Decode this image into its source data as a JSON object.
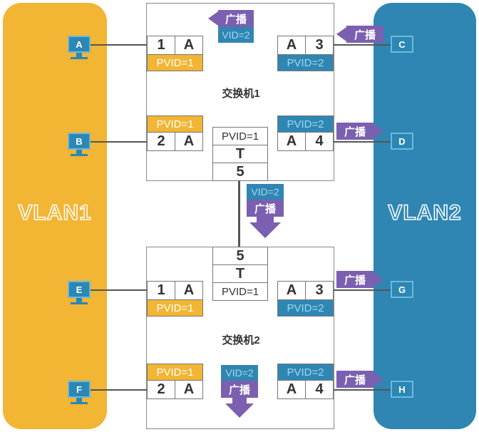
{
  "vlans": {
    "left": "VLAN1",
    "right": "VLAN2"
  },
  "colors": {
    "vlan1": "#f2b534",
    "vlan2": "#2f86b3",
    "broadcast": "#7b5fb0"
  },
  "pcs": {
    "A": "A",
    "B": "B",
    "C": "C",
    "D": "D",
    "E": "E",
    "F": "F",
    "G": "G",
    "H": "H"
  },
  "switch1": {
    "label": "交换机1",
    "port1": {
      "num": "1",
      "mode": "A",
      "pvid": "PVID=1"
    },
    "port2": {
      "num": "2",
      "mode": "A",
      "pvid": "PVID=1"
    },
    "port3": {
      "num": "3",
      "mode": "A",
      "pvid": "PVID=2"
    },
    "port4": {
      "num": "4",
      "mode": "A",
      "pvid": "PVID=2"
    },
    "port5": {
      "pvid": "PVID=1",
      "mode": "T",
      "num": "5"
    }
  },
  "switch2": {
    "label": "交换机2",
    "port1": {
      "num": "1",
      "mode": "A",
      "pvid": "PVID=1"
    },
    "port2": {
      "num": "2",
      "mode": "A",
      "pvid": "PVID=1"
    },
    "port3": {
      "num": "3",
      "mode": "A",
      "pvid": "PVID=2"
    },
    "port4": {
      "num": "4",
      "mode": "A",
      "pvid": "PVID=2"
    },
    "port5": {
      "num": "5",
      "mode": "T",
      "pvid": "PVID=1"
    }
  },
  "frames": {
    "broadcast": "广播",
    "vid": "VID=2"
  }
}
